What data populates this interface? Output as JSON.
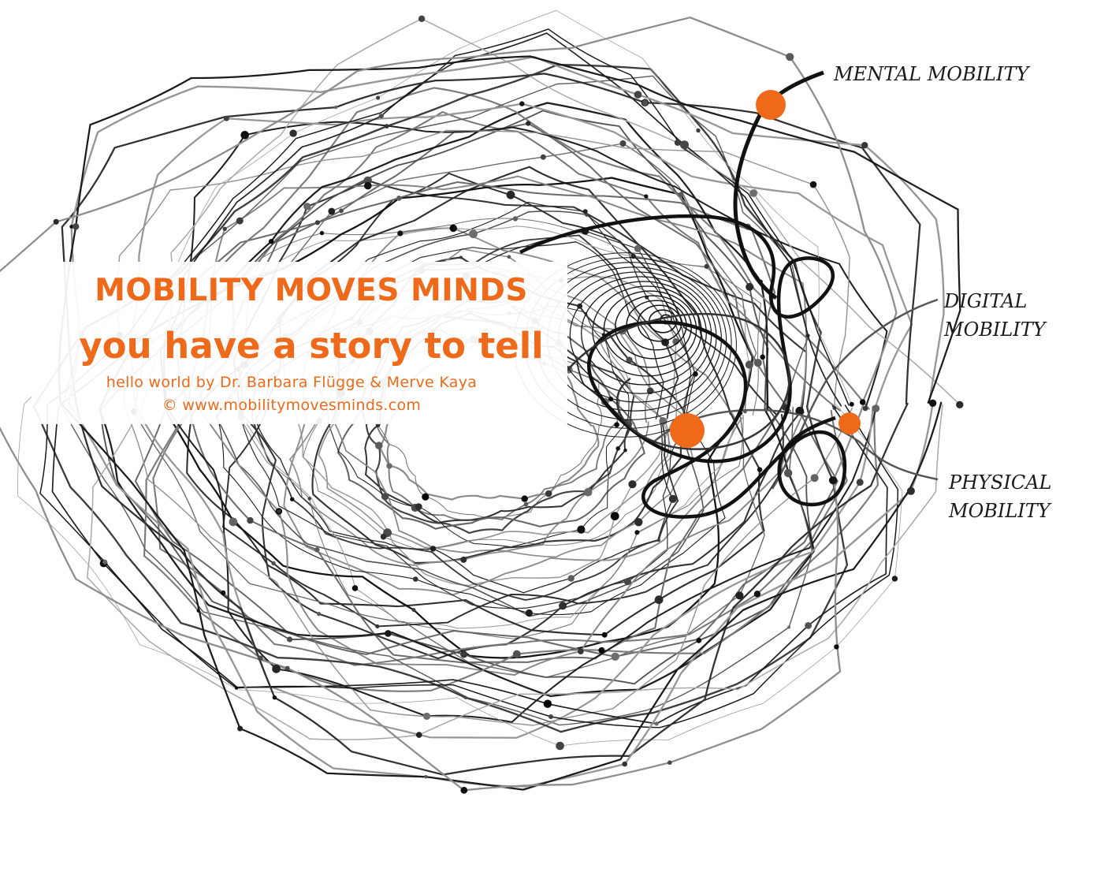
{
  "colors": {
    "accent": "#ee6a1a",
    "ink": "#111111",
    "background": "#ffffff"
  },
  "headline": {
    "line1": "MOBILITY MOVES MINDS",
    "line2": "you have a story to tell"
  },
  "subline": {
    "credits": "hello world by Dr. Barbara Flügge & Merve Kaya",
    "website": "© www.mobilitymovesminds.com"
  },
  "labels": {
    "mental": "MENTAL MOBILITY",
    "digital_line1": "DIGITAL",
    "digital_line2": "MOBILITY",
    "physical_line1": "PHYSICAL",
    "physical_line2": "MOBILITY"
  }
}
